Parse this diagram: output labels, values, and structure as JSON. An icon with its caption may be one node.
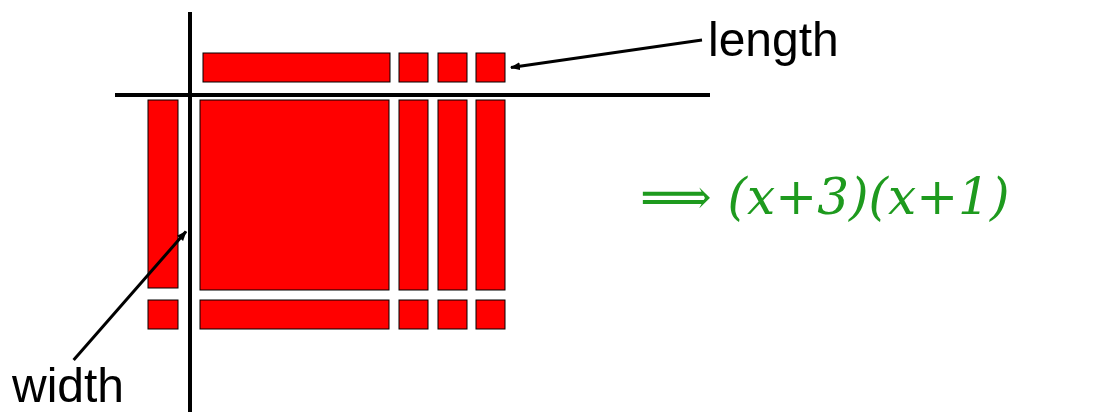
{
  "diagram": {
    "nodes": [
      {
        "text": [
          "length"
        ]
      },
      {
        "text": [
          "width"
        ]
      },
      {
        "text": [],
        "shape": "box"
      },
      {
        "text": [],
        "shape": "box"
      },
      {
        "text": [],
        "shape": "box"
      },
      {
        "text": [],
        "shape": "box"
      },
      {
        "text": [],
        "shape": "box"
      },
      {
        "text": [],
        "shape": "box"
      },
      {
        "text": [],
        "shape": "box"
      },
      {
        "text": [],
        "shape": "box"
      },
      {
        "text": [],
        "shape": "box"
      },
      {
        "text": [],
        "shape": "box"
      },
      {
        "text": [],
        "shape": "box"
      },
      {
        "text": [],
        "shape": "box"
      },
      {
        "text": [],
        "shape": "box"
      },
      {
        "text": [],
        "shape": "box"
      }
    ],
    "edges": [
      {
        "from": 0,
        "to": 5,
        "arrow": "to"
      },
      {
        "from": 1,
        "to": 6,
        "arrow": "to"
      }
    ],
    "labels": [
      "⟹ (x+3)(x+1)"
    ]
  }
}
